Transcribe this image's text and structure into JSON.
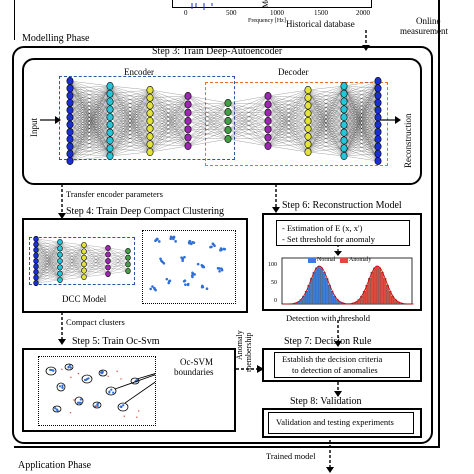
{
  "top": {
    "axis_label": "Frequency [Hz]",
    "ticks": [
      "0",
      "500",
      "1000",
      "1500",
      "2000"
    ],
    "cut_label": "Mo",
    "historical_db": "Historical database",
    "online": "Online",
    "measurement": "measurement"
  },
  "modelling_phase": "Modelling Phase",
  "step3": {
    "title": "Step 3: Train Deep-Autoencoder",
    "encoder": "Encoder",
    "decoder": "Decoder",
    "input": "Input",
    "reconstruction": "Reconstruction"
  },
  "transfer": "Transfer encoder parameters",
  "step4": {
    "title": "Step 4: Train Deep Compact Clustering",
    "model": "DCC Model"
  },
  "compact": "Compact clusters",
  "step5": {
    "title": "Step 5: Train Oc-Svm",
    "boundaries_line1": "Oc-SVM",
    "boundaries_line2": "boundaries"
  },
  "step6": {
    "title": "Step 6: Reconstruction Model",
    "bullet1": "- Estimation of E (x, x')",
    "bullet2": "- Set threshold for anomaly",
    "hist_y_ticks": [
      "0",
      "50",
      "100"
    ],
    "legend_normal": "Normal",
    "legend_anomaly": "Anomaly",
    "detection": "Detection with threshold"
  },
  "anomaly": {
    "line1": "Anomaly",
    "line2": "membership"
  },
  "step7": {
    "title": "Step 7: Decision Rule",
    "line1": "Establish the decision criteria",
    "line2": "to detection of anomalies"
  },
  "step8": {
    "title": "Step 8: Validation",
    "content": "Validation and testing experiments"
  },
  "trained_model": "Trained model",
  "application_phase": "Application Phase",
  "colors": {
    "encoder_border": "#2f55a8",
    "decoder_border": "#e8702a",
    "node_blue": "#1a2fcf",
    "node_cyan": "#26c6da",
    "node_yellow": "#e3e33a",
    "node_purple": "#9c27b0",
    "node_green": "#43a047",
    "hist_blue": "#3b7dd8",
    "hist_red": "#e04a3a",
    "cluster": "#2f6fd6"
  }
}
